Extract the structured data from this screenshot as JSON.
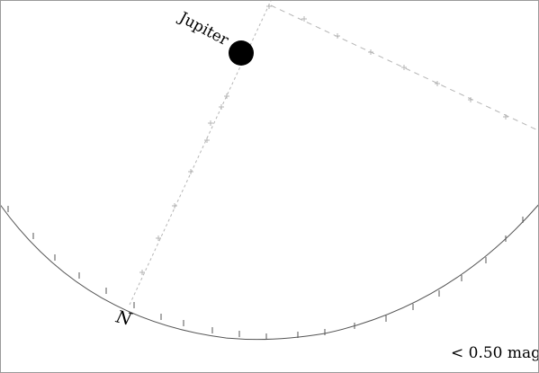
{
  "planet": {
    "name": "Jupiter"
  },
  "horizon": {
    "north_label": "N"
  },
  "legend": {
    "magnitude_limit": "< 0.50 mag"
  },
  "colors": {
    "background": "#ffffff",
    "horizon_line": "#555555",
    "grid_line": "#b5b5b5",
    "planet": "#000000",
    "text": "#000000",
    "frame": "#9a9a9a"
  }
}
